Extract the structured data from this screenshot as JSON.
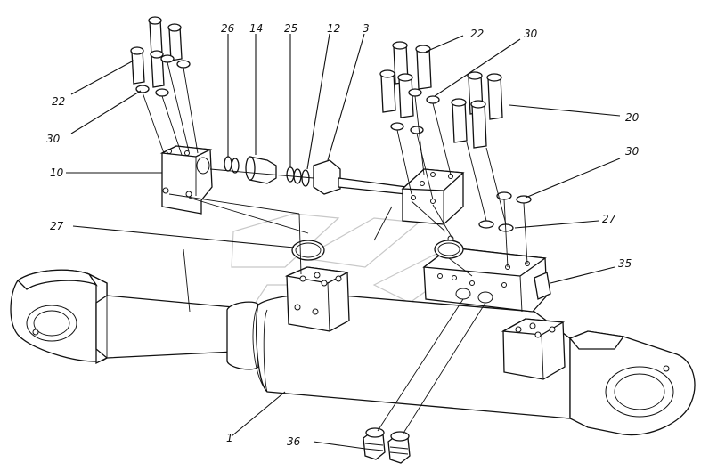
{
  "diagram": {
    "labels": {
      "l26": "26",
      "l14": "14",
      "l25": "25",
      "l12": "12",
      "l3": "3",
      "l22a": "22",
      "l30a": "30",
      "l22b": "22",
      "l30b": "30",
      "l20": "20",
      "l10": "10",
      "l30c": "30",
      "l27a": "27",
      "l27b": "27",
      "l35": "35",
      "l1": "1",
      "l36": "36"
    }
  }
}
